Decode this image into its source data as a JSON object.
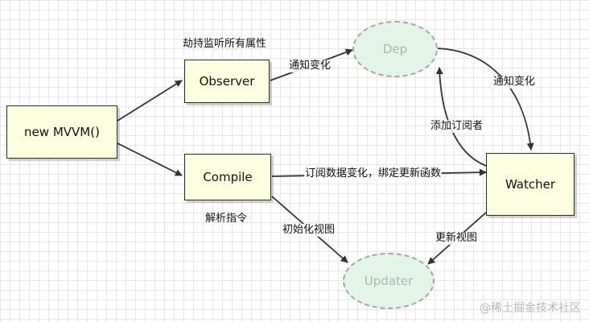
{
  "nodes": {
    "mvvm": "new MVVM()",
    "observer": "Observer",
    "compile": "Compile",
    "dep": "Dep",
    "watcher": "Watcher",
    "updater": "Updater"
  },
  "labels": {
    "observer_caption": "劫持监听所有属性",
    "compile_caption": "解析指令",
    "observer_to_dep": "通知变化",
    "dep_to_watcher": "通知变化",
    "watcher_to_dep": "添加订阅者",
    "compile_to_watcher": "订阅数据变化，绑定更新函数",
    "compile_to_updater": "初始化视图",
    "watcher_to_updater": "更新视图"
  },
  "watermark": "@稀土掘金技术社区",
  "colors": {
    "node_fill": "#fdfde0",
    "ellipse_fill": "#e3f4e9",
    "ellipse_text": "#a8b8b2",
    "line": "#333333"
  }
}
